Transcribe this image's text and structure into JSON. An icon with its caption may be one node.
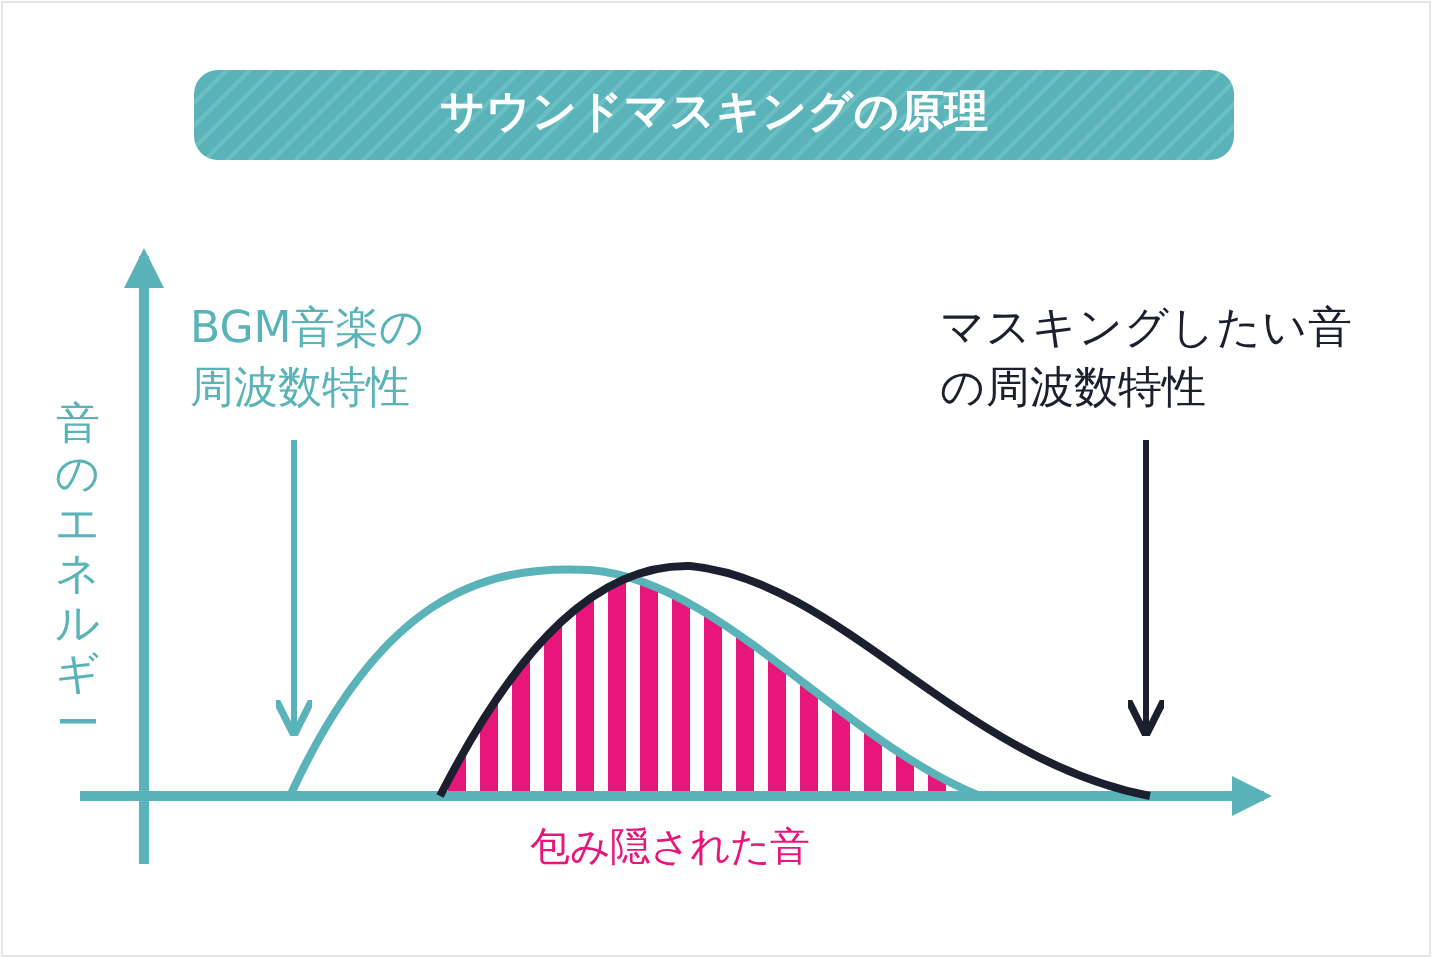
{
  "diagram": {
    "title": "サウンドマスキングの原理",
    "nodes": [
      {
        "text": [
          "BGM音楽の周波数特性"
        ]
      },
      {
        "text": [],
        "shape": "curve"
      },
      {
        "text": [
          "マスキングしたい音の周波数特性"
        ]
      },
      {
        "text": [],
        "shape": "curve"
      },
      {
        "text": [],
        "shape": "area"
      }
    ],
    "edges": [
      {
        "from": 0,
        "to": 1,
        "arrow": "to"
      },
      {
        "from": 2,
        "to": 3,
        "arrow": "to",
        "color": "#1c1f2e"
      }
    ],
    "labels": [
      "音のエネルギー",
      "包み隠された音"
    ]
  }
}
